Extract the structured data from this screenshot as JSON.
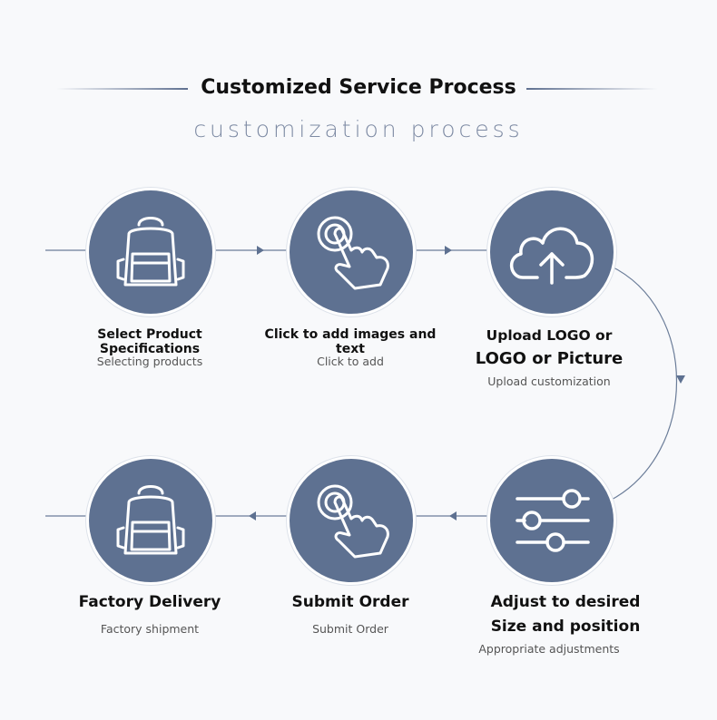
{
  "header": {
    "title": "Customized Service Process",
    "subtitle": "customization process"
  },
  "steps": [
    {
      "label": "Select Product Specifications",
      "sub": "Selecting products",
      "icon": "backpack-icon"
    },
    {
      "label": "Click to add images and text",
      "sub": "Click to add",
      "icon": "tap-hand-icon"
    },
    {
      "label_line1": "Upload LOGO or",
      "label_line2": "LOGO or Picture",
      "sub": "Upload customization",
      "icon": "cloud-upload-icon"
    },
    {
      "label_line1": "Adjust to desired",
      "label_line2": "Size and position",
      "sub": "Appropriate adjustments",
      "icon": "sliders-icon"
    },
    {
      "label": "Submit Order",
      "sub": "Submit Order",
      "icon": "tap-hand-icon"
    },
    {
      "label": "Factory Delivery",
      "sub": "Factory shipment",
      "icon": "backpack-icon"
    }
  ],
  "colors": {
    "accent": "#5e7191",
    "line": "#6b7d99"
  }
}
